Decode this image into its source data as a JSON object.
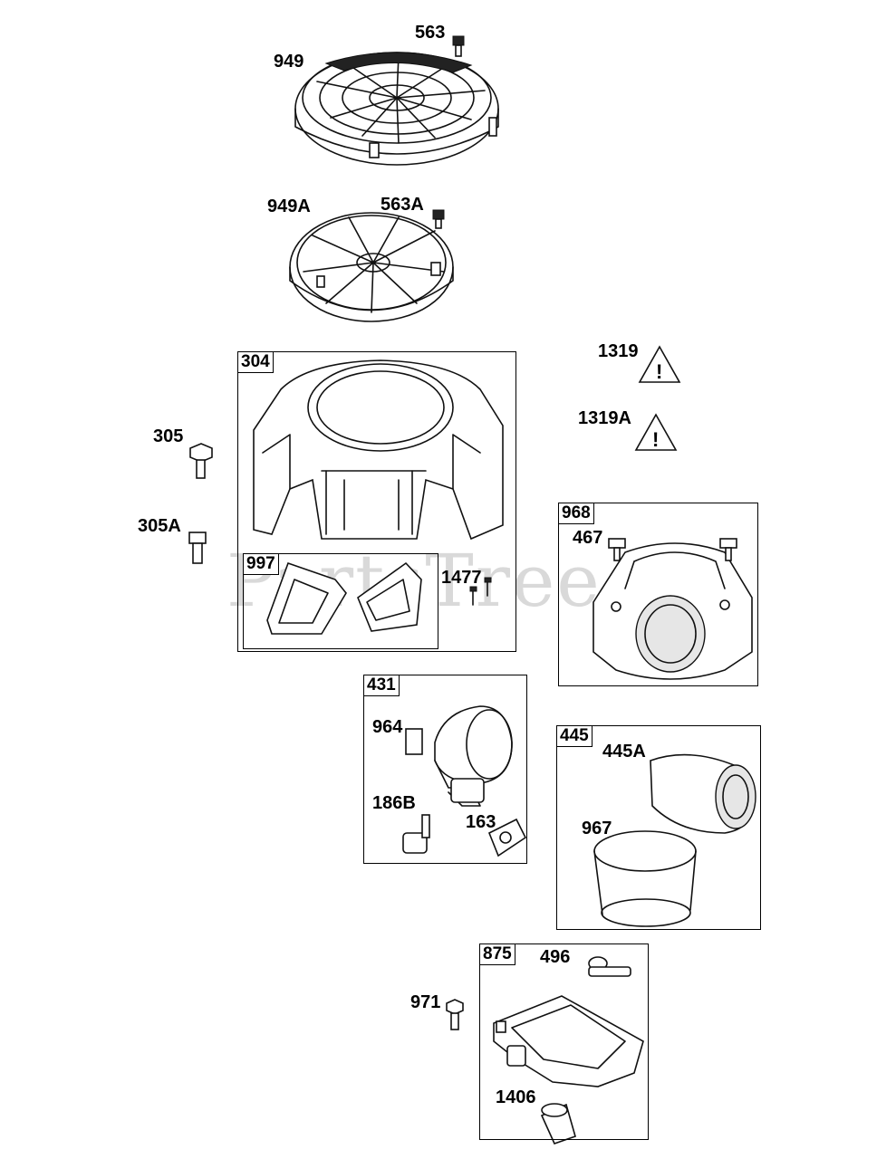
{
  "watermark": "PartsTree",
  "boxes": {
    "b304": "304",
    "b997": "997",
    "b968": "968",
    "b431": "431",
    "b445": "445",
    "b875": "875"
  },
  "labels": {
    "p563": "563",
    "p949": "949",
    "p563A": "563A",
    "p949A": "949A",
    "p1319": "1319",
    "p1319A": "1319A",
    "p305": "305",
    "p305A": "305A",
    "p1477": "1477",
    "p467": "467",
    "p964": "964",
    "p186B": "186B",
    "p163": "163",
    "p445A": "445A",
    "p967": "967",
    "p496": "496",
    "p971": "971",
    "p1406": "1406"
  }
}
